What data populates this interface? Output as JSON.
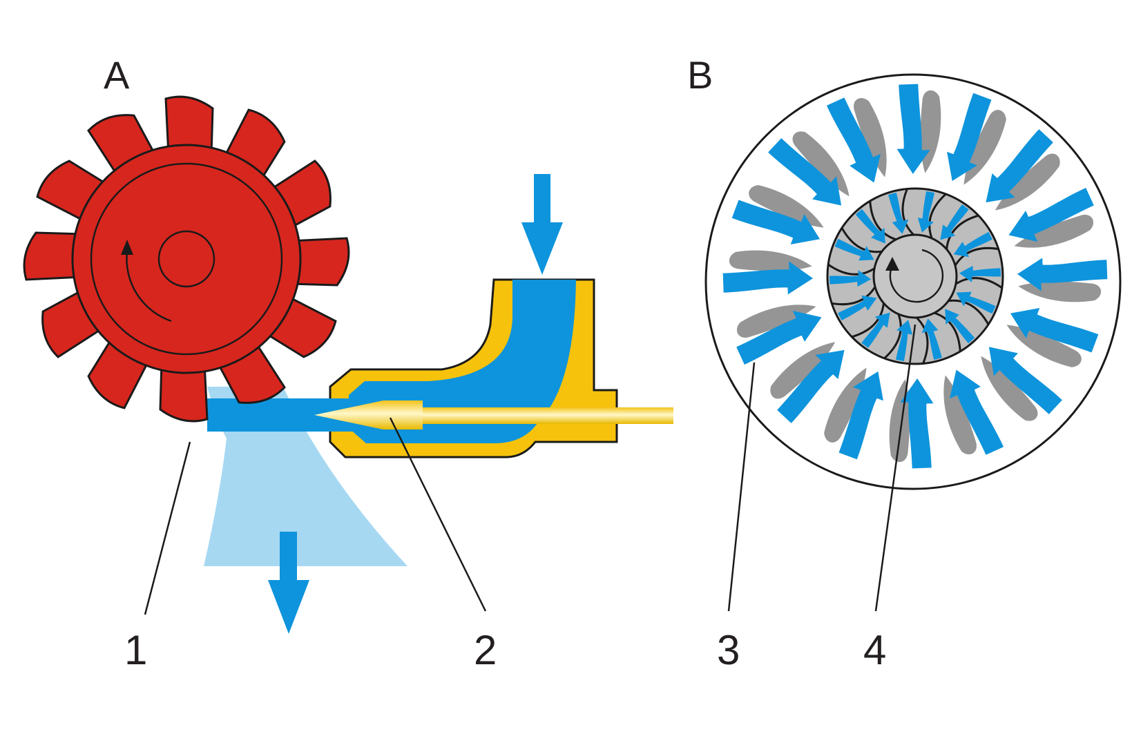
{
  "panels": {
    "a": {
      "label": "A"
    },
    "b": {
      "label": "B"
    }
  },
  "callouts": [
    {
      "id": "1",
      "label": "1"
    },
    {
      "id": "2",
      "label": "2"
    },
    {
      "id": "3",
      "label": "3"
    },
    {
      "id": "4",
      "label": "4"
    }
  ],
  "colors": {
    "wheel_red": "#d7261e",
    "water_blue": "#0e94dc",
    "spray_blue": "#a6d8f2",
    "casing_yellow": "#f6c20c",
    "guide_vane_gray": "#959595",
    "runner_gray": "#bdbdbd",
    "hub_gray": "#c6c6c6",
    "outline": "#1a1a1a"
  },
  "icons": {
    "pelton_wheel": "pelton-wheel-icon",
    "nozzle_needle": "needle-valve-icon",
    "francis_runner": "francis-runner-icon",
    "flow_arrow": "flow-arrow-icon",
    "rotation_arrow": "rotation-arrow-icon"
  }
}
